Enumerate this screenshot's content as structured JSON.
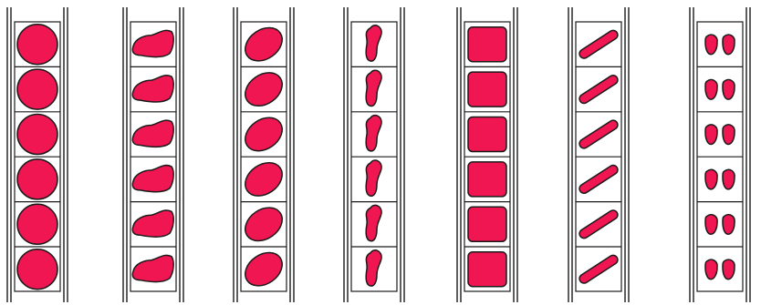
{
  "columns": [
    {
      "shape": "circle-icon",
      "fill": "#ef1652",
      "count": 6
    },
    {
      "shape": "irregular-blob-icon",
      "fill": "#ef1652",
      "count": 6
    },
    {
      "shape": "tilted-ellipse-icon",
      "fill": "#ef1652",
      "count": 6
    },
    {
      "shape": "vertical-blob-icon",
      "fill": "#ef1652",
      "count": 6
    },
    {
      "shape": "rounded-square-icon",
      "fill": "#ef1652",
      "count": 6
    },
    {
      "shape": "diagonal-capsule-icon",
      "fill": "#ef1652",
      "count": 6
    },
    {
      "shape": "paired-seeds-icon",
      "fill": "#ef1652",
      "count": 6
    }
  ],
  "style": {
    "stroke": "#1a1a1a",
    "background": "#ffffff"
  }
}
